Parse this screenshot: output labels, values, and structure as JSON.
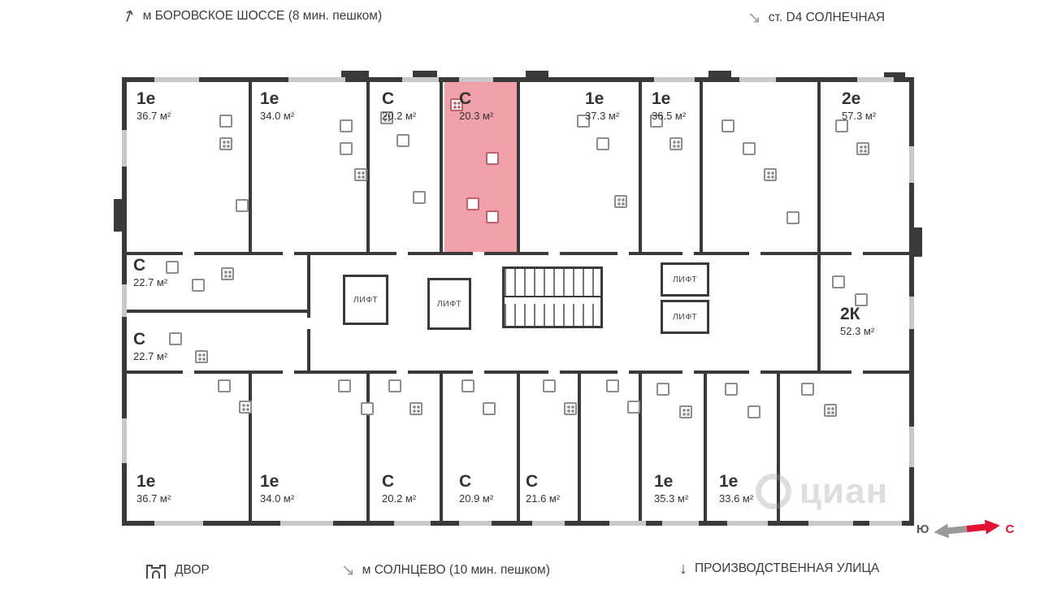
{
  "header": {
    "metro_top": "м БОРОВСКОЕ ШОССЕ (8 мин. пешком)",
    "station_right": "ст. D4 СОЛНЕЧНАЯ"
  },
  "footer": {
    "yard": "ДВОР",
    "metro_bottom": "м СОЛНЦЕВО (10 мин. пешком)",
    "street": "ПРОИЗВОДСТВЕННАЯ УЛИЦА"
  },
  "compass": {
    "south": "Ю",
    "north": "С"
  },
  "lifts": [
    "ЛИФТ",
    "ЛИФТ",
    "ЛИФТ",
    "ЛИФТ"
  ],
  "watermark": "циан",
  "selected_unit": {
    "type": "С",
    "area": "20.3 м²"
  },
  "units": [
    {
      "type": "1е",
      "area": "36.7 м²",
      "selected": false
    },
    {
      "type": "1е",
      "area": "34.0 м²",
      "selected": false
    },
    {
      "type": "С",
      "area": "20.2 м²",
      "selected": false
    },
    {
      "type": "С",
      "area": "20.3 м²",
      "selected": true
    },
    {
      "type": "1е",
      "area": "37.3 м²",
      "selected": false
    },
    {
      "type": "1е",
      "area": "36.5 м²",
      "selected": false
    },
    {
      "type": "2е",
      "area": "57.3 м²",
      "selected": false
    },
    {
      "type": "С",
      "area": "22.7 м²",
      "selected": false
    },
    {
      "type": "С",
      "area": "22.7 м²",
      "selected": false
    },
    {
      "type": "2К",
      "area": "52.3 м²",
      "selected": false
    },
    {
      "type": "1е",
      "area": "36.7 м²",
      "selected": false
    },
    {
      "type": "1е",
      "area": "34.0 м²",
      "selected": false
    },
    {
      "type": "С",
      "area": "20.2 м²",
      "selected": false
    },
    {
      "type": "С",
      "area": "20.9 м²",
      "selected": false
    },
    {
      "type": "С",
      "area": "21.6 м²",
      "selected": false
    },
    {
      "type": "1е",
      "area": "35.3 м²",
      "selected": false
    },
    {
      "type": "1е",
      "area": "33.6 м²",
      "selected": false
    }
  ],
  "colors": {
    "highlight": "#f0a0a8",
    "wall": "#3a3a3a",
    "accent": "#e31235"
  }
}
